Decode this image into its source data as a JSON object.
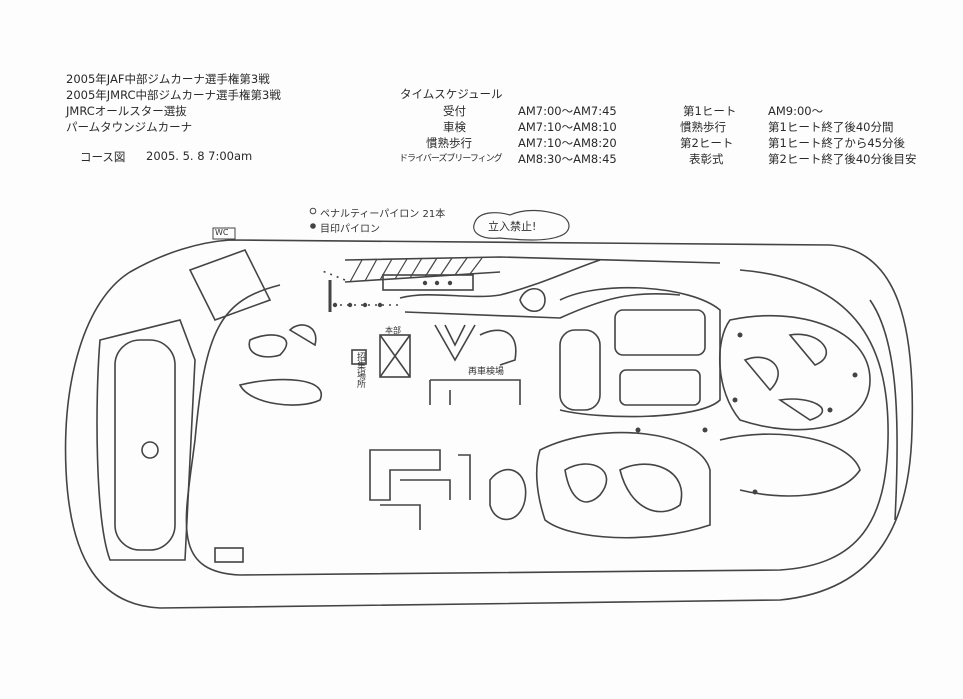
{
  "header": {
    "lines": [
      "2005年JAF中部ジムカーナ選手権第3戦",
      "2005年JMRC中部ジムカーナ選手権第3戦",
      "JMRCオールスター選抜",
      "パームタウンジムカーナ"
    ],
    "course_label": "コース図",
    "datetime": "2005. 5. 8  7:00am"
  },
  "schedule": {
    "title": "タイムスケジュール",
    "left": [
      {
        "item": "受付",
        "time": "AM7:00〜AM7:45"
      },
      {
        "item": "車検",
        "time": "AM7:10〜AM8:10"
      },
      {
        "item": "慣熟歩行",
        "time": "AM7:10〜AM8:20"
      },
      {
        "item": "ドライバーズブリーフィング",
        "time": "AM8:30〜AM8:45"
      }
    ],
    "right": [
      {
        "item": "第1ヒート",
        "time": "AM9:00〜"
      },
      {
        "item": "慣熟歩行",
        "time": "第1ヒート終了後40分間"
      },
      {
        "item": "第2ヒート",
        "time": "第1ヒート終了から45分後"
      },
      {
        "item": "表彰式",
        "time": "第2ヒート終了後40分後目安"
      }
    ]
  },
  "map": {
    "legend_penalty": "ペナルティーパイロン 21本",
    "legend_marker": "目印パイロン",
    "wc": "WC",
    "no_entry": "立入禁止!",
    "reinspection": "再車検場",
    "hq": "本部",
    "gathering": "招集場所"
  }
}
